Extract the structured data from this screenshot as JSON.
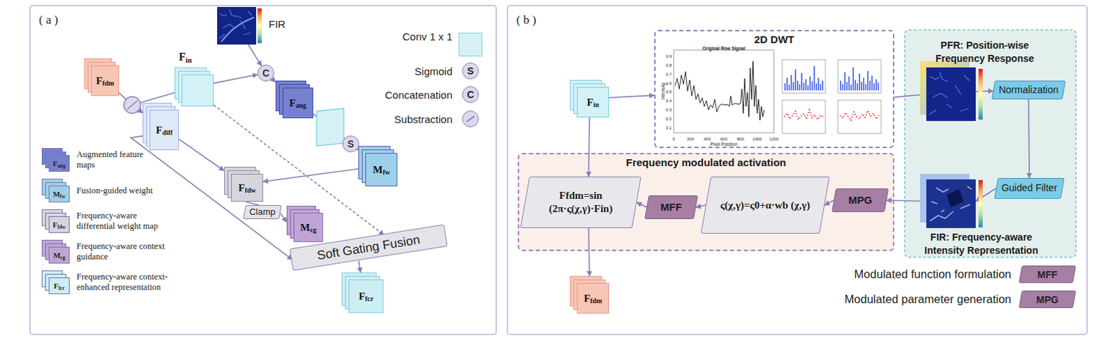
{
  "diagram": {
    "nodes": [
      {
        "text": [
          "Ffdm"
        ]
      },
      {
        "text": [
          "Fin"
        ]
      },
      {
        "text": [
          "FIR"
        ]
      },
      {
        "text": [
          "C"
        ]
      },
      {
        "text": [
          "Faug"
        ]
      },
      {
        "text": [
          "S"
        ]
      },
      {
        "text": [
          "Mfw"
        ]
      },
      {
        "text": [
          "Fdiff"
        ]
      },
      {
        "text": [
          "Ffdw"
        ]
      },
      {
        "text": [
          "Clamp"
        ]
      },
      {
        "text": [
          "Mcg"
        ]
      },
      {
        "text": [
          "Soft Gating Fusion"
        ]
      },
      {
        "text": [
          "Ffcr"
        ]
      },
      {
        "text": [
          "Fin"
        ]
      },
      {
        "text": [
          "2D DWT"
        ]
      },
      {
        "text": [
          "PFR: Position-wise Frequency Response"
        ]
      },
      {
        "text": [
          "Normalization"
        ]
      },
      {
        "text": [
          "Guided Filter"
        ]
      },
      {
        "text": [
          "FIR: Frequency-aware Intensity Representation"
        ]
      },
      {
        "text": [
          "Frequency modulated activation"
        ]
      },
      {
        "text": [
          "Ffdm=sin (2π·ς(χ,γ)·Fin)"
        ],
        "in": 19
      },
      {
        "text": [
          "MFF"
        ],
        "in": 19
      },
      {
        "text": [
          "ς(χ,γ)=ς0+α·wb (χ,γ)"
        ],
        "in": 19
      },
      {
        "text": [
          "MPG"
        ],
        "in": 19
      },
      {
        "text": [
          "Ffdm"
        ]
      }
    ],
    "edges": [
      {
        "from": 1,
        "to": 3,
        "arrow": "to"
      },
      {
        "from": 2,
        "to": 3,
        "arrow": "to"
      },
      {
        "from": 3,
        "to": 4,
        "arrow": "to"
      },
      {
        "from": 4,
        "to": 5,
        "arrow": "to"
      },
      {
        "from": 5,
        "to": 6,
        "arrow": "to"
      },
      {
        "from": 6,
        "to": 8,
        "arrow": "to"
      },
      {
        "from": 1,
        "to": 7,
        "arrow": "to"
      },
      {
        "from": 0,
        "to": 7,
        "arrow": "to"
      },
      {
        "from": 7,
        "to": 8,
        "arrow": "to"
      },
      {
        "from": 7,
        "to": 11,
        "arrow": "to"
      },
      {
        "from": 1,
        "to": 11,
        "arrow": "to"
      },
      {
        "from": 8,
        "to": 9,
        "arrow": "none"
      },
      {
        "from": 9,
        "to": 10,
        "arrow": "to"
      },
      {
        "from": 11,
        "to": 12,
        "arrow": "to"
      },
      {
        "from": 13,
        "to": 14,
        "arrow": "to"
      },
      {
        "from": 13,
        "to": 20,
        "arrow": "to"
      },
      {
        "from": 14,
        "to": 15,
        "arrow": "to"
      },
      {
        "from": 15,
        "to": 16,
        "arrow": "to"
      },
      {
        "from": 16,
        "to": 17,
        "arrow": "to"
      },
      {
        "from": 17,
        "to": 18,
        "arrow": "to"
      },
      {
        "from": 18,
        "to": 23,
        "arrow": "to"
      },
      {
        "from": 23,
        "to": 22,
        "arrow": "to"
      },
      {
        "from": 22,
        "to": 21,
        "arrow": "to"
      },
      {
        "from": 21,
        "to": 20,
        "arrow": "to"
      },
      {
        "from": 20,
        "to": 24,
        "arrow": "to"
      }
    ],
    "labels": [
      "( a )",
      "( b )",
      "S",
      "C",
      "Faug",
      "Mfw",
      "Ffdw",
      "Mcg",
      "Ffcr",
      "MFF",
      "MPG",
      "Original Row Signal",
      "Pixel Position",
      "Intensity",
      "0",
      "200",
      "400",
      "600",
      "800",
      "1000",
      "1200",
      "0.1",
      "0.2",
      "0.3",
      "0.4",
      "0.5",
      "0.6",
      "0.7",
      "0.8",
      "0.9"
    ],
    "legend": [
      {
        "text": "Conv 1 x 1",
        "color": "#d6f1f6"
      },
      {
        "text": "Sigmoid"
      },
      {
        "text": "Concatenation"
      },
      {
        "text": "Substraction"
      },
      {
        "text": "Augmented feature maps",
        "color": "#7580cf"
      },
      {
        "text": "Fusion-guided weight",
        "color": "#9fd0ea"
      },
      {
        "text": "Frequency-aware differential weight map",
        "color": "#d6d5dd"
      },
      {
        "text": "Frequency-aware context guidance",
        "color": "#bfa5d6"
      },
      {
        "text": "Frequency-aware context-enhanced representation",
        "color": "#cdeef3"
      },
      {
        "text": "Modulated function formulation",
        "color": "#a77fa5"
      },
      {
        "text": "Modulated parameter generation",
        "color": "#a77fa5"
      }
    ]
  }
}
